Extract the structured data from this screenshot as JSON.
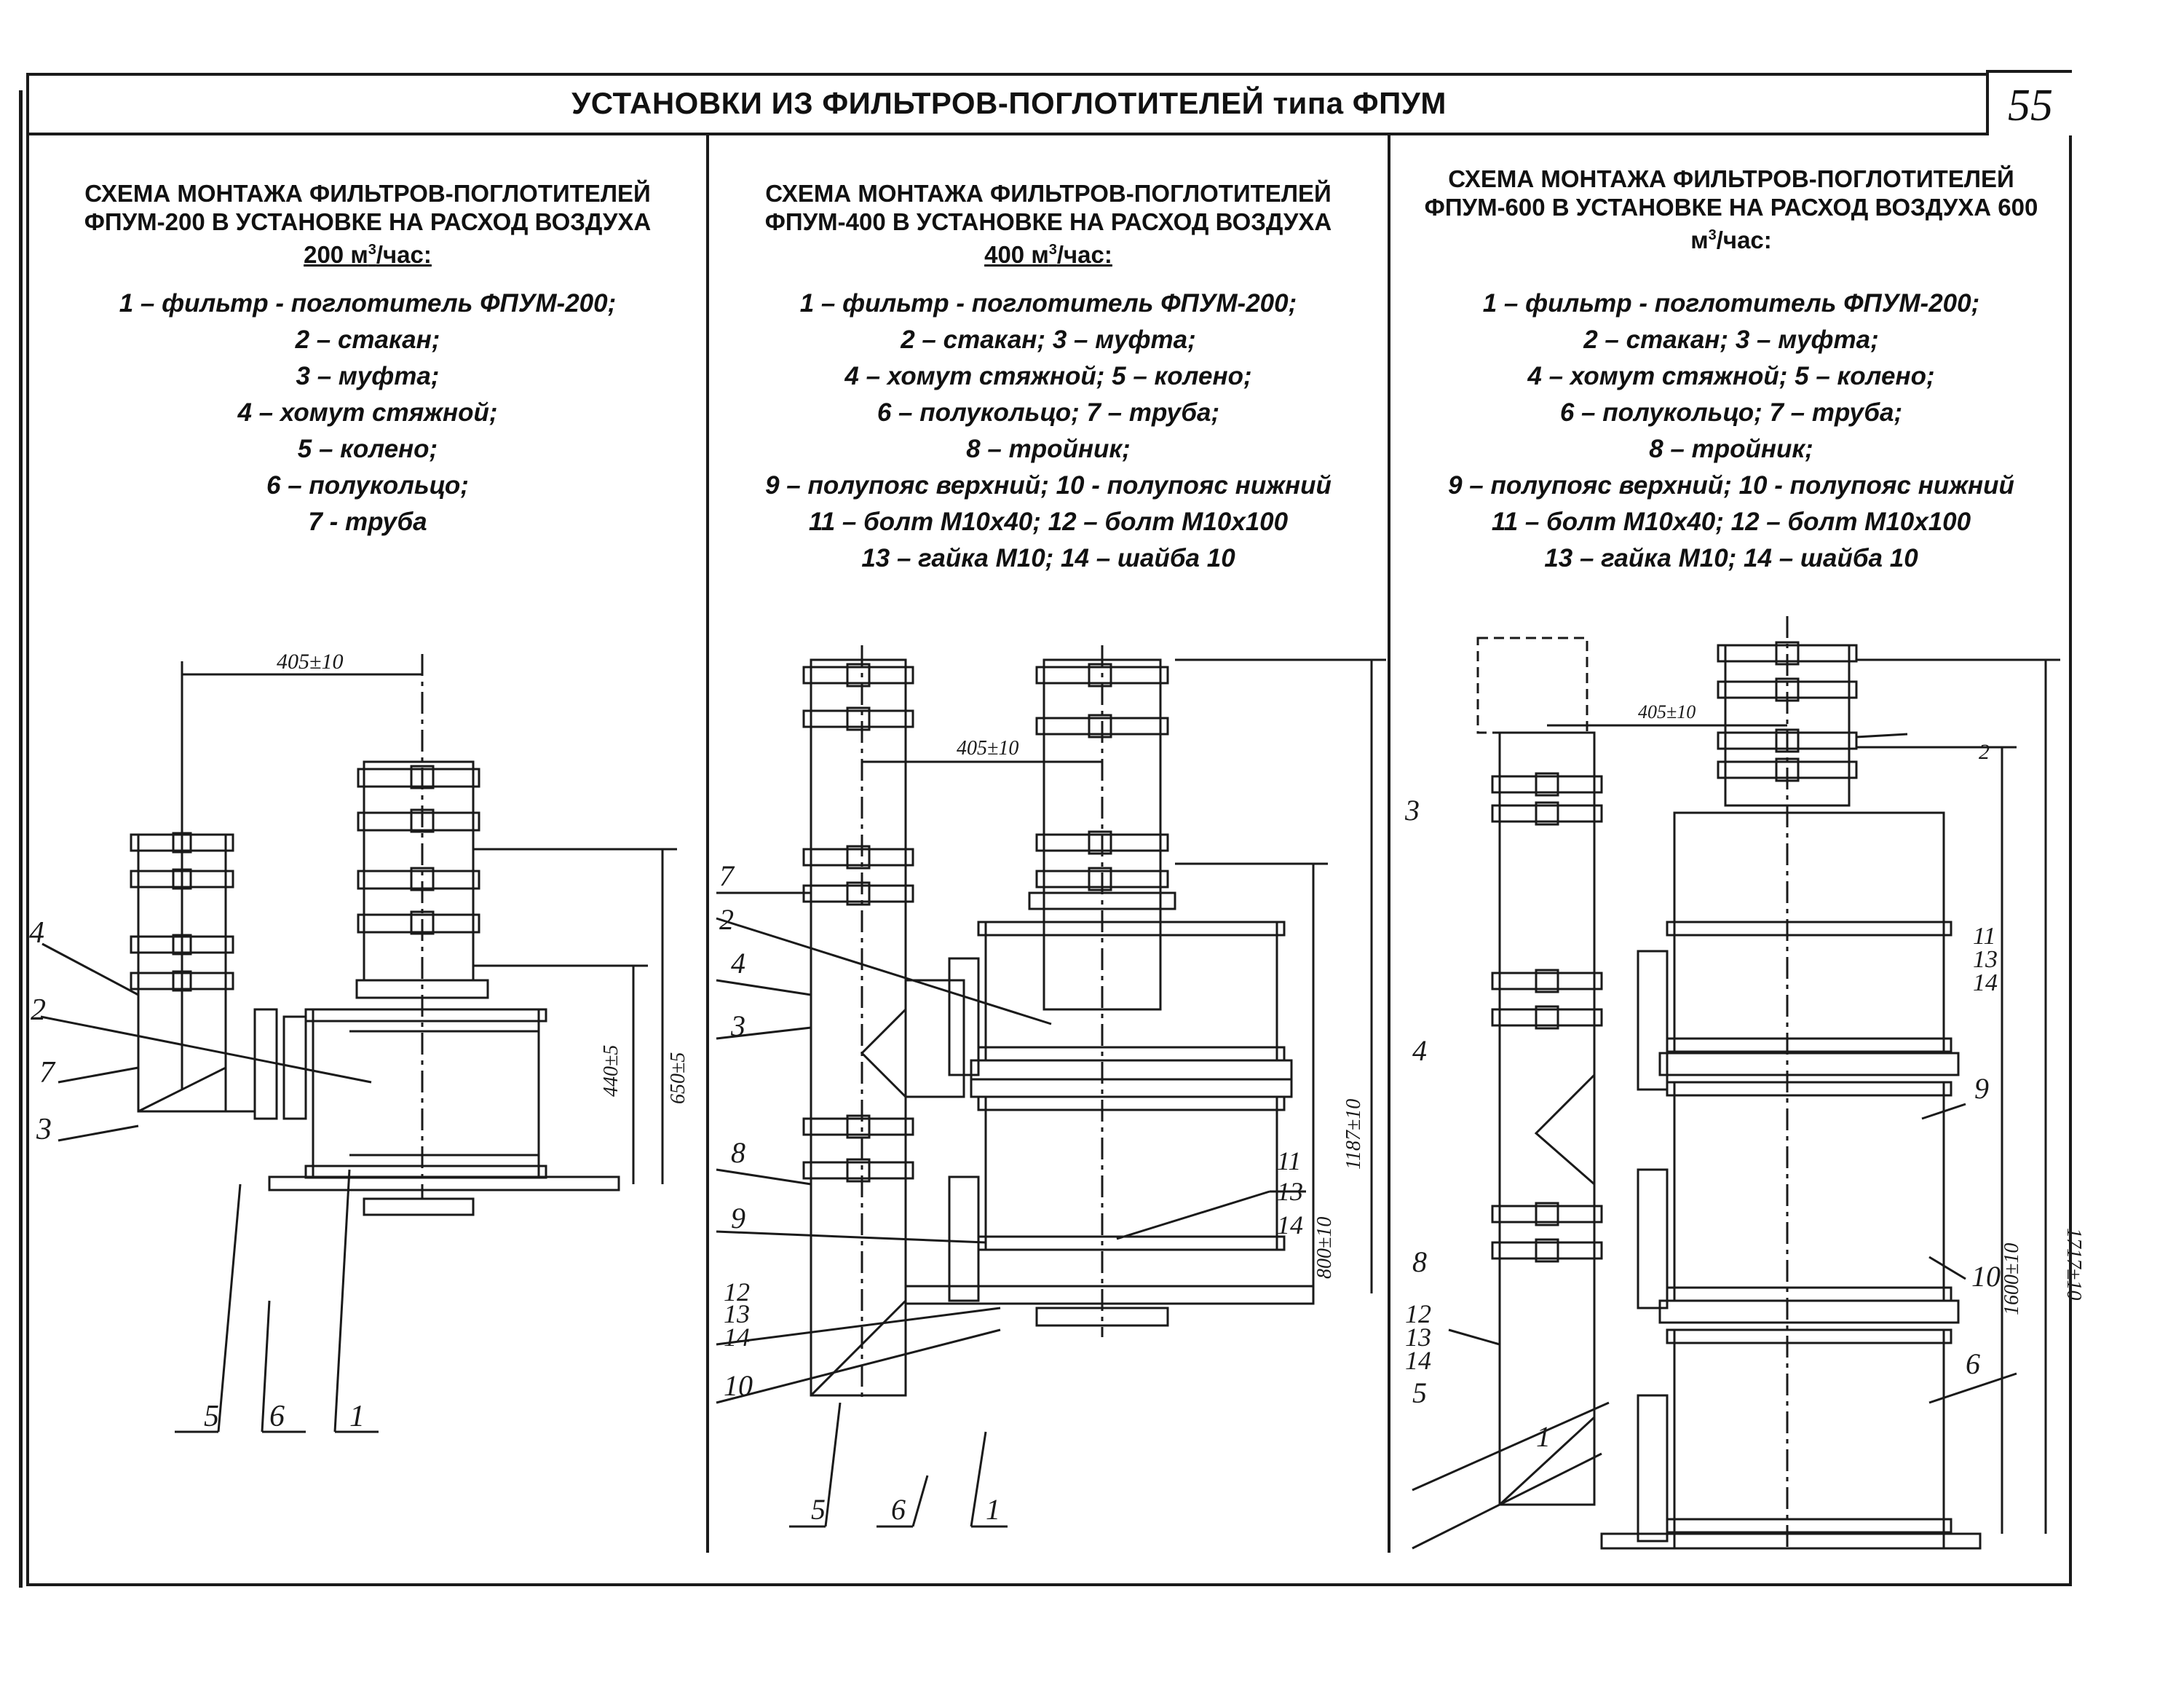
{
  "header": {
    "title": "УСТАНОВКИ ИЗ ФИЛЬТРОВ-ПОГЛОТИТЕЛЕЙ типа ФПУМ",
    "page_number": "55"
  },
  "columns": [
    {
      "heading_line1": "СХЕМА МОНТАЖА ФИЛЬТРОВ-ПОГЛОТИТЕЛЕЙ",
      "heading_line2": "ФПУМ-200 В УСТАНОВКЕ НА РАСХОД ВОЗДУХА",
      "heading_line3_pre": "200 м",
      "heading_sup": "3",
      "heading_line3_post": "/час:",
      "legend": [
        "1 – фильтр - поглотитель ФПУМ-200;",
        "2 – стакан;",
        "3 – муфта;",
        "4 – хомут стяжной;",
        "5 – колено;",
        "6 – полукольцо;",
        "7 - труба"
      ],
      "dims": [
        "405±10",
        "440±5",
        "650±5"
      ],
      "labels": [
        "4",
        "2",
        "7",
        "3",
        "5",
        "6",
        "1"
      ]
    },
    {
      "heading_line1": "СХЕМА МОНТАЖА ФИЛЬТРОВ-ПОГЛОТИТЕЛЕЙ",
      "heading_line2": "ФПУМ-400 В УСТАНОВКЕ НА РАСХОД ВОЗДУХА",
      "heading_line3_pre": "400 м",
      "heading_sup": "3",
      "heading_line3_post": "/час:",
      "legend": [
        "1 – фильтр - поглотитель ФПУМ-200;",
        "2 – стакан; 3 – муфта;",
        "4 – хомут стяжной; 5 – колено;",
        "6 – полукольцо; 7 – труба;",
        "8 – тройник;",
        "9 – полупояс верхний; 10 - полупояс нижний",
        "11 – болт М10х40; 12 – болт М10х100",
        "13 – гайка М10; 14 – шайба 10"
      ],
      "dims": [
        "405±10",
        "1187±10",
        "800±10"
      ],
      "labels": [
        "7",
        "2",
        "4",
        "3",
        "8",
        "9",
        "12",
        "13",
        "14",
        "10",
        "5",
        "6",
        "1",
        "11",
        "13",
        "14"
      ]
    },
    {
      "heading_line1": "СХЕМА МОНТАЖА ФИЛЬТРОВ-ПОГЛОТИТЕЛЕЙ",
      "heading_line2": "ФПУМ-600 В УСТАНОВКЕ НА РАСХОД ВОЗДУХА 600",
      "heading_line3_pre": "м",
      "heading_sup": "3",
      "heading_line3_post": "/час:",
      "legend": [
        "1 – фильтр - поглотитель ФПУМ-200;",
        "2 – стакан; 3 – муфта;",
        "4 – хомут стяжной; 5 – колено;",
        "6 – полукольцо; 7 – труба;",
        "8 – тройник;",
        "9 – полупояс верхний; 10 - полупояс нижний",
        "11 – болт М10х40; 12 – болт М10х100",
        "13 – гайка М10; 14 – шайба 10"
      ],
      "dims": [
        "405±10",
        "1717±10",
        "1600±10"
      ],
      "labels": [
        "3",
        "4",
        "8",
        "12",
        "13",
        "14",
        "5",
        "1",
        "2",
        "11",
        "13",
        "14",
        "9",
        "10",
        "6"
      ]
    }
  ]
}
